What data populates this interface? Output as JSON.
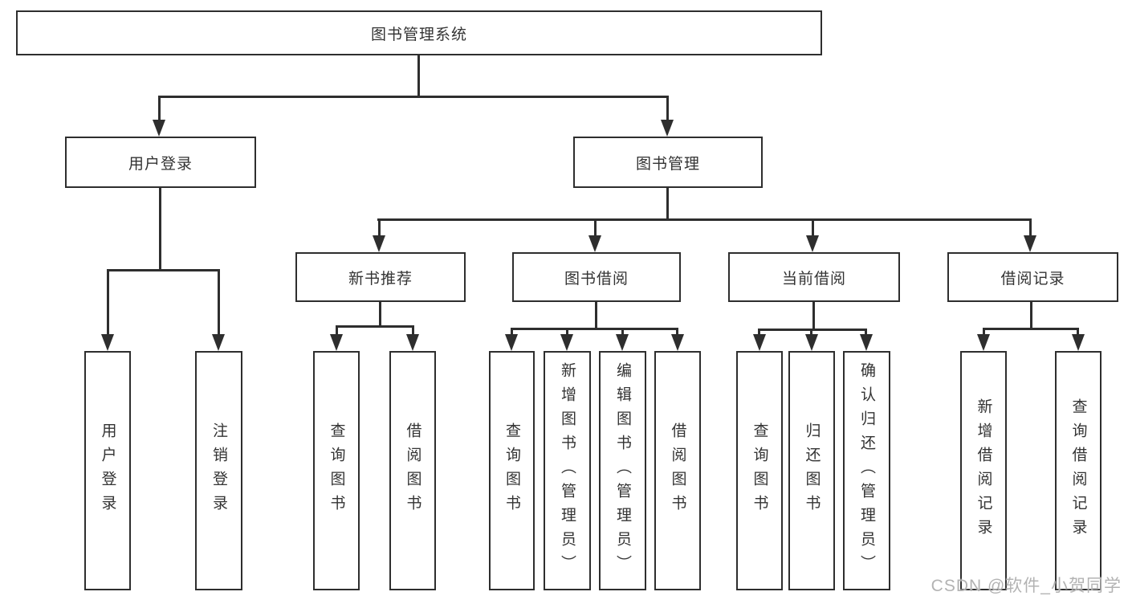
{
  "diagram": {
    "root": "图书管理系统",
    "level2": {
      "user_login": "用户登录",
      "book_management": "图书管理"
    },
    "login_children": [
      "用户登录",
      "注销登录"
    ],
    "level3": [
      "新书推荐",
      "图书借阅",
      "当前借阅",
      "借阅记录"
    ],
    "new_book_children": [
      "查询图书",
      "借阅图书"
    ],
    "book_borrow_children": [
      "查询图书",
      "新增图书（管理员）",
      "编辑图书（管理员）",
      "借阅图书"
    ],
    "current_borrow_children": [
      "查询图书",
      "归还图书",
      "确认归还（管理员）"
    ],
    "borrow_record_children": [
      "新增借阅记录",
      "查询借阅记录"
    ]
  },
  "watermark": "CSDN @软件_小贺同学",
  "colors": {
    "line": "#2e2e2e",
    "text": "#333333",
    "node_bg": "#ffffff",
    "background": "#ffffff",
    "watermark": "#b3b3b3"
  }
}
